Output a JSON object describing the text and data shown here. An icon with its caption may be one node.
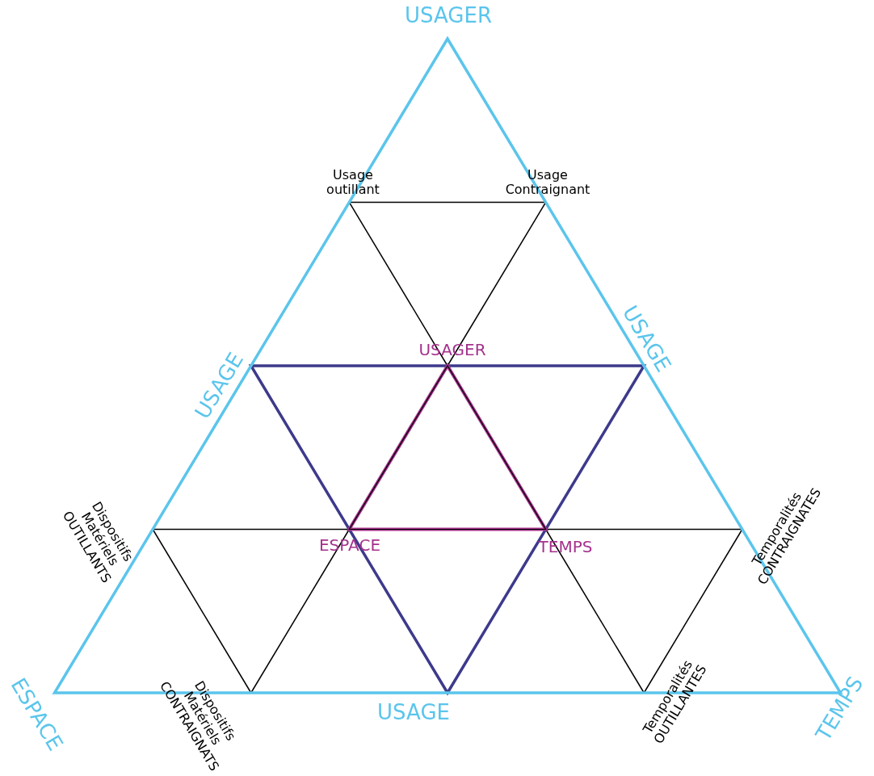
{
  "diagram": {
    "labels": [
      "USAGER",
      "Usage outillant",
      "Usage Contraignant",
      "USAGE",
      "USAGE",
      "USAGER",
      "Dispositifs Matériels OUTILLANTS",
      "Temporalités CONTRAIGNATES",
      "ESPACE",
      "TEMPS",
      "ESPACE",
      "Dispositifs Matériels CONTRAIGNATS",
      "USAGE",
      "Temporalités OUTILLANTES",
      "TEMPS"
    ]
  }
}
